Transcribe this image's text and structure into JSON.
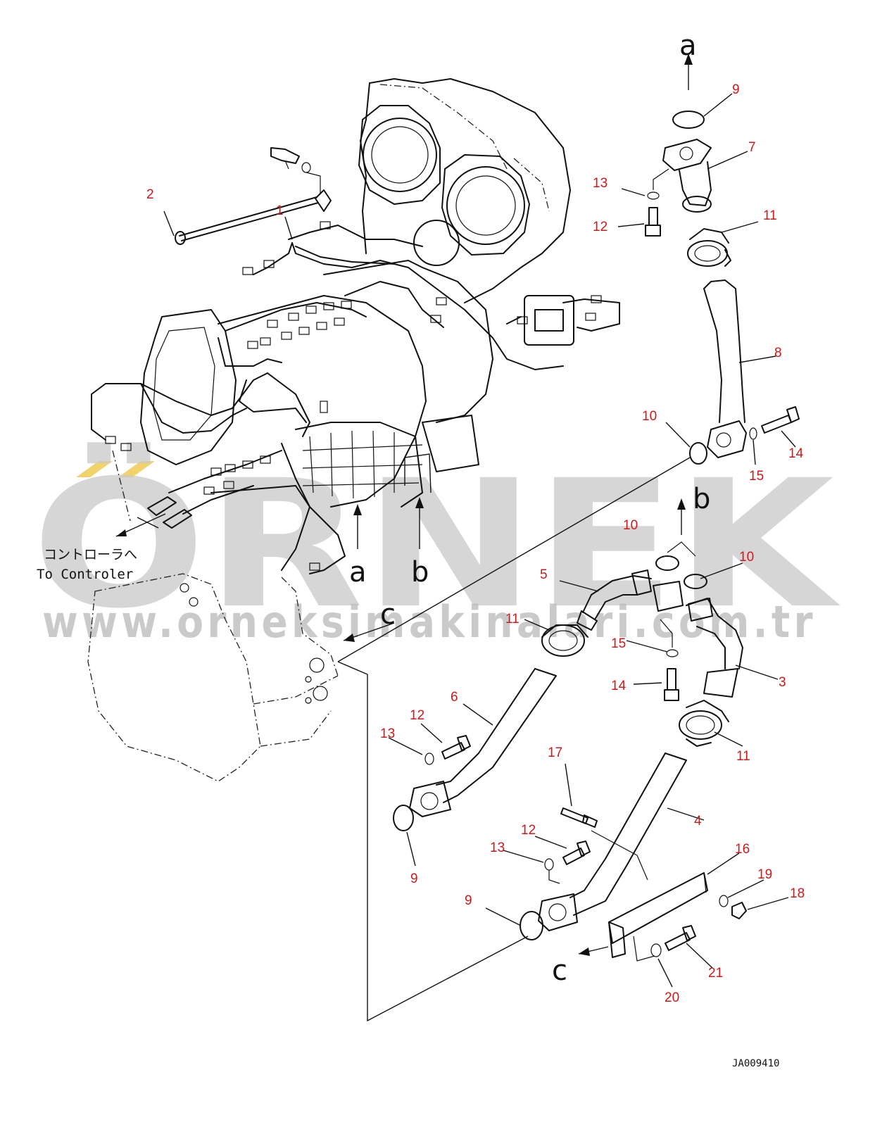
{
  "watermark": {
    "brand": "ÖRNEK",
    "url": "www.orneksimakinalari.com.tr",
    "accent_color": "#f2d36b",
    "text_color": "#c9c9c9"
  },
  "annotation": {
    "japanese": "コントローラへ",
    "english": "To Controler"
  },
  "drawing_code": "JA009410",
  "view_letters": {
    "a_top": "a",
    "a_bottom": "a",
    "b_top": "b",
    "b_bottom": "b",
    "c_top": "c",
    "c_bottom": "c"
  },
  "callouts": {
    "c1": "1",
    "c2": "2",
    "c3": "3",
    "c4": "4",
    "c5": "5",
    "c6": "6",
    "c7": "7",
    "c8": "8",
    "c9a": "9",
    "c9b": "9",
    "c9c": "9",
    "c10a": "10",
    "c10b": "10",
    "c10c": "10",
    "c11a": "11",
    "c11b": "11",
    "c11c": "11",
    "c12a": "12",
    "c12b": "12",
    "c12c": "12",
    "c13a": "13",
    "c13b": "13",
    "c13c": "13",
    "c14a": "14",
    "c14b": "14",
    "c15a": "15",
    "c15b": "15",
    "c16": "16",
    "c17": "17",
    "c18": "18",
    "c19": "19",
    "c20": "20",
    "c21": "21"
  },
  "colors": {
    "callout": "#d01818",
    "line": "#111111"
  }
}
